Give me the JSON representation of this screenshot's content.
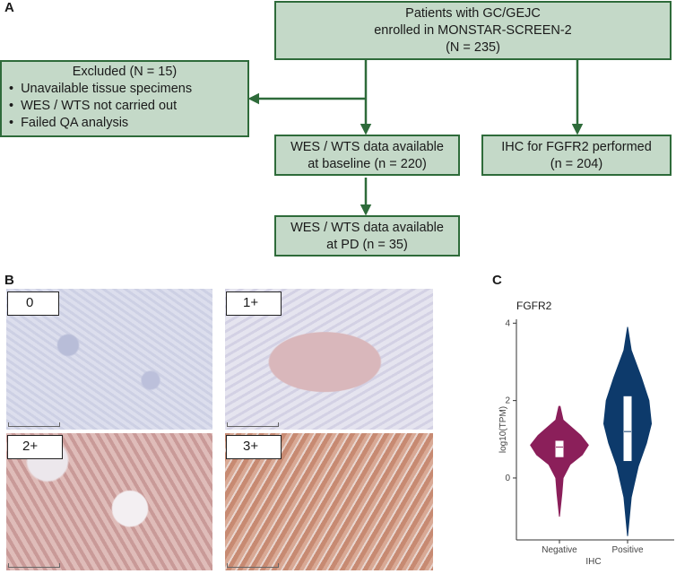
{
  "panels": {
    "a": "A",
    "b": "B",
    "c": "C"
  },
  "flow": {
    "patients": {
      "line1": "Patients with GC/GEJC",
      "line2": "enrolled in MONSTAR-SCREEN-2",
      "line3": "(N = 235)"
    },
    "excluded": {
      "title": "Excluded (N = 15)",
      "items": [
        "Unavailable tissue specimens",
        "WES / WTS not carried out",
        "Failed QA analysis"
      ]
    },
    "baseline": {
      "line1": "WES / WTS data available",
      "line2": "at baseline (n = 220)"
    },
    "ihc": {
      "line1": "IHC for FGFR2 performed",
      "line2": "(n = 204)"
    },
    "pd": {
      "line1": "WES / WTS data available",
      "line2": "at PD (n = 35)"
    }
  },
  "ihc_panels": {
    "labels": [
      "0",
      "1+",
      "2+",
      "3+"
    ]
  },
  "chart_data": {
    "type": "violin",
    "title": "FGFR2",
    "xlabel": "IHC",
    "ylabel": "log10(TPM)",
    "categories": [
      "Negative",
      "Positive"
    ],
    "yticks": [
      0,
      2,
      4
    ],
    "ylim": [
      -1.6,
      4.1
    ],
    "series": [
      {
        "name": "Negative",
        "color": "#8b1f5a",
        "min": -1.0,
        "q1": 0.55,
        "median": 0.8,
        "q3": 0.95,
        "max": 1.85
      },
      {
        "name": "Positive",
        "color": "#0d3a6b",
        "min": -1.5,
        "q1": 0.45,
        "median": 1.2,
        "q3": 2.1,
        "max": 3.9
      }
    ]
  }
}
